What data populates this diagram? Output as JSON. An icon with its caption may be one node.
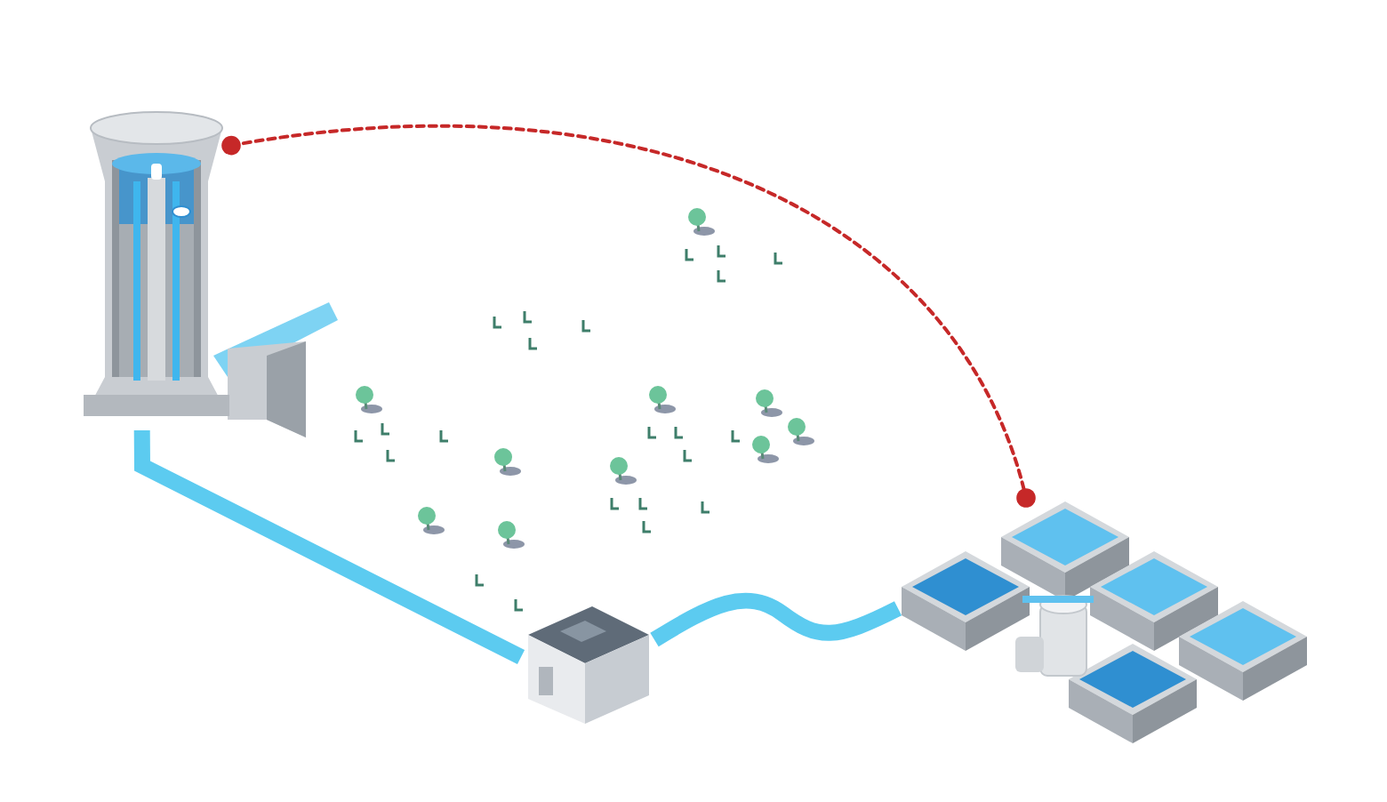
{
  "diagram": {
    "nodes": [
      {
        "text": [],
        "shape": "picture"
      },
      {
        "text": [],
        "shape": "picture"
      },
      {
        "text": [],
        "shape": "picture"
      }
    ],
    "edges": [
      {
        "from": 0,
        "to": 2,
        "arrow": "other",
        "style": "dashed",
        "color": "#c62828"
      },
      {
        "from": 0,
        "to": 1,
        "arrow": "none"
      },
      {
        "from": 1,
        "to": 2,
        "arrow": "none"
      }
    ]
  }
}
